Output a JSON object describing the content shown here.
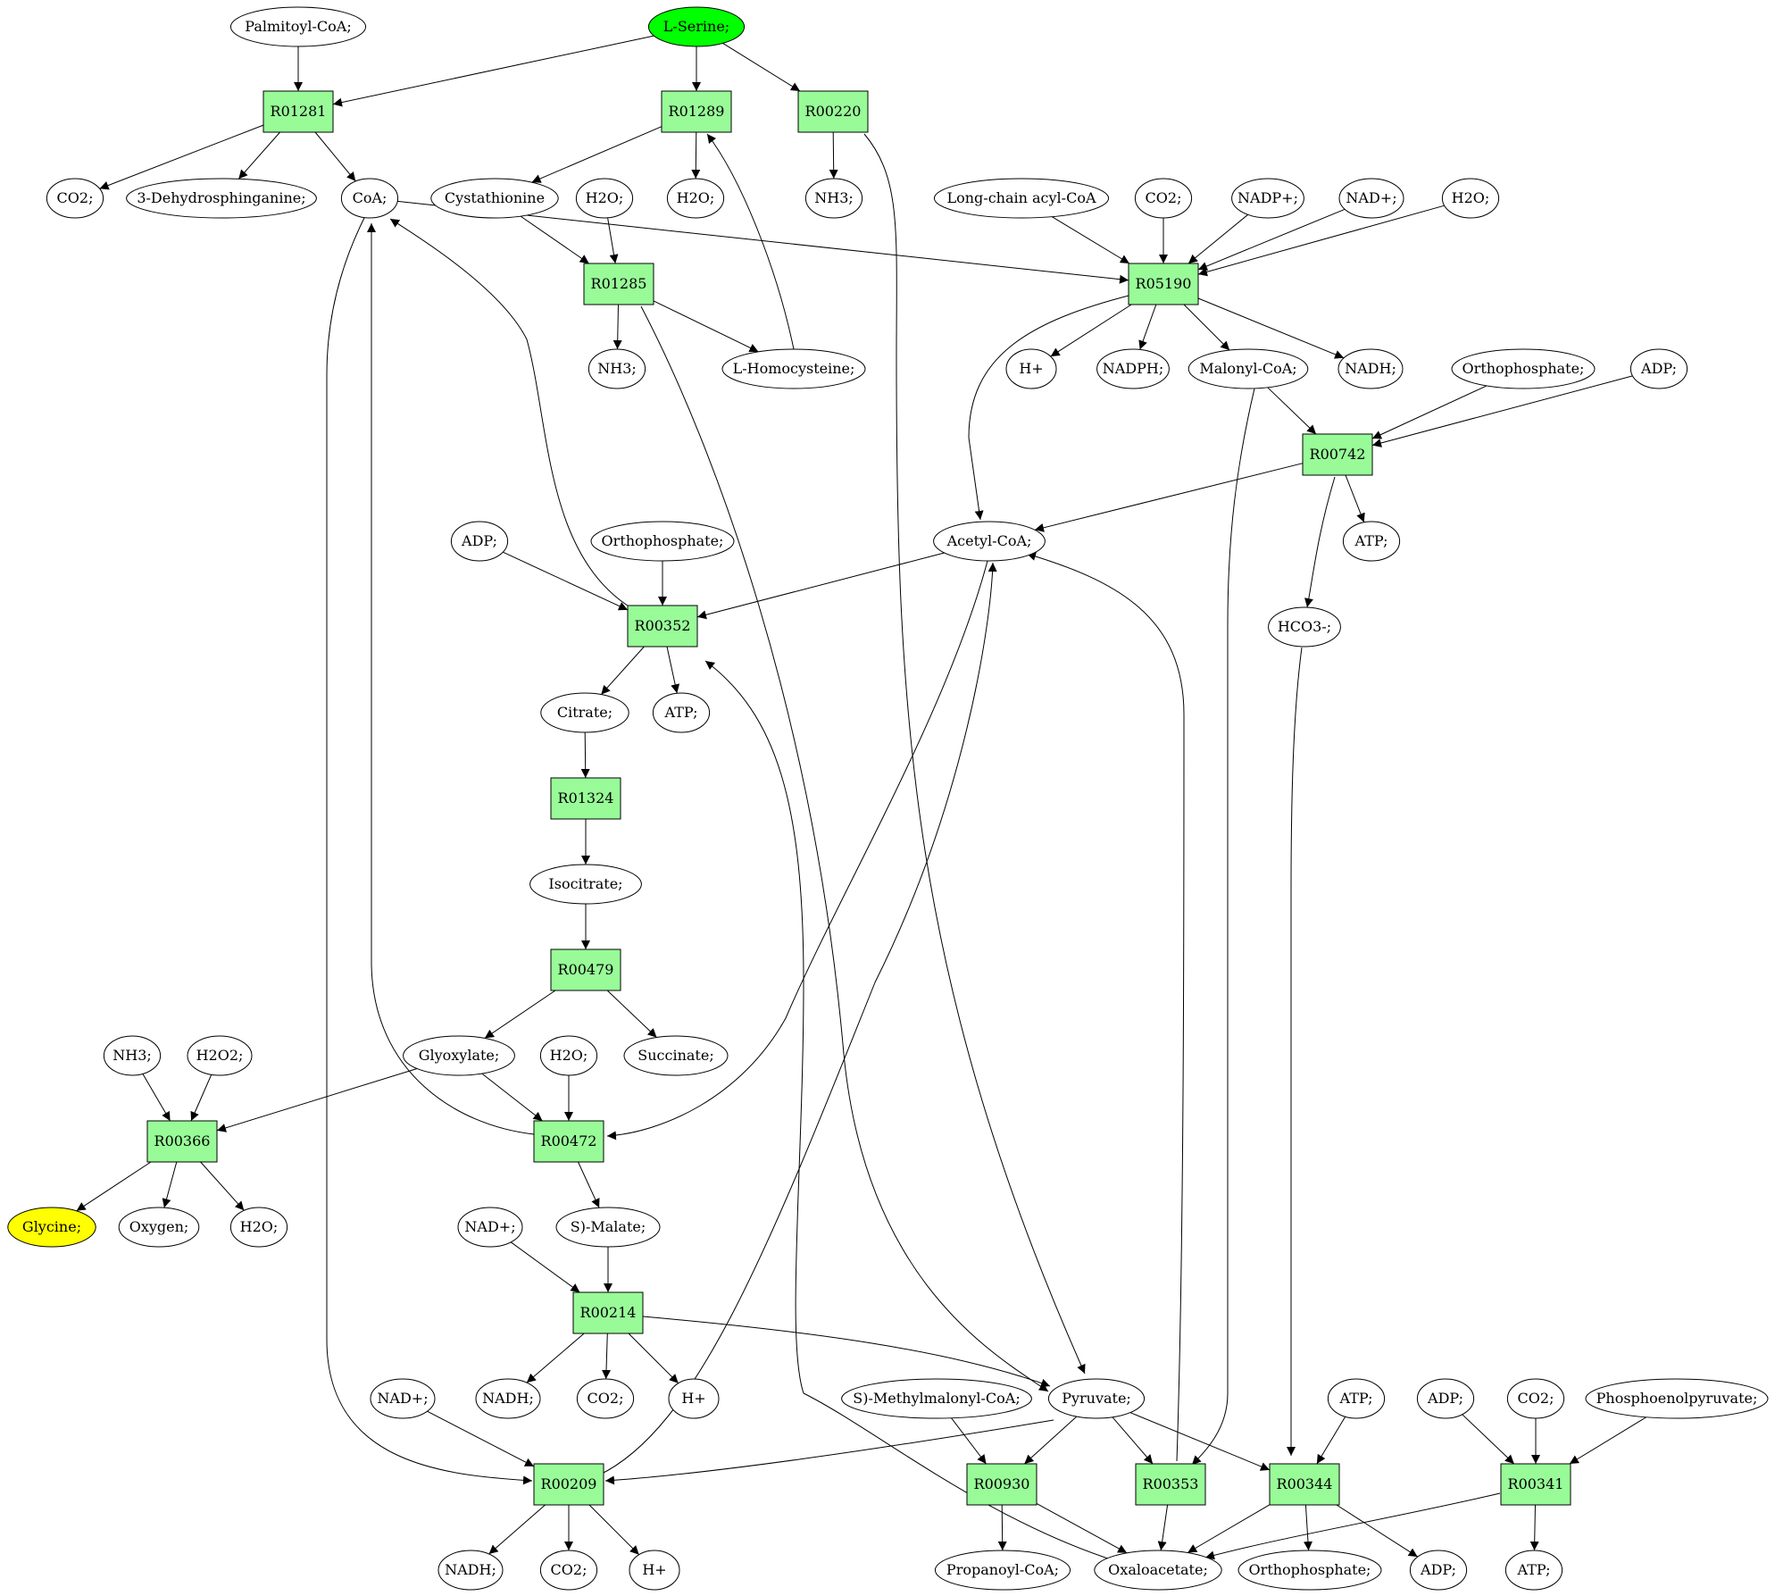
{
  "colors": {
    "reaction_fill": "#98fb98",
    "start_fill": "#00ff00",
    "target_fill": "#ffff00",
    "compound_fill": "#ffffff",
    "stroke": "#000000"
  },
  "nodes": [
    {
      "id": "c_palmitoyl",
      "kind": "compound",
      "label": "Palmitoyl-CoA;"
    },
    {
      "id": "c_serine",
      "kind": "start",
      "label": "L-Serine;"
    },
    {
      "id": "r_R01281",
      "kind": "reaction",
      "label": "R01281"
    },
    {
      "id": "r_R01289",
      "kind": "reaction",
      "label": "R01289"
    },
    {
      "id": "r_R00220",
      "kind": "reaction",
      "label": "R00220"
    },
    {
      "id": "c_co2_a",
      "kind": "compound",
      "label": "CO2;"
    },
    {
      "id": "c_dehydro",
      "kind": "compound",
      "label": "3-Dehydrosphinganine;"
    },
    {
      "id": "c_coa",
      "kind": "compound",
      "label": "CoA;"
    },
    {
      "id": "c_cystathionine",
      "kind": "compound",
      "label": "Cystathionine"
    },
    {
      "id": "c_h2o_a",
      "kind": "compound",
      "label": "H2O;"
    },
    {
      "id": "c_h2o_b",
      "kind": "compound",
      "label": "H2O;"
    },
    {
      "id": "c_nh3_a",
      "kind": "compound",
      "label": "NH3;"
    },
    {
      "id": "c_longchain",
      "kind": "compound",
      "label": "Long-chain acyl-CoA"
    },
    {
      "id": "c_co2_b",
      "kind": "compound",
      "label": "CO2;"
    },
    {
      "id": "c_nadp",
      "kind": "compound",
      "label": "NADP+;"
    },
    {
      "id": "c_nad_a",
      "kind": "compound",
      "label": "NAD+;"
    },
    {
      "id": "c_h2o_c",
      "kind": "compound",
      "label": "H2O;"
    },
    {
      "id": "r_R01285",
      "kind": "reaction",
      "label": "R01285"
    },
    {
      "id": "r_R05190",
      "kind": "reaction",
      "label": "R05190"
    },
    {
      "id": "c_nh3_b",
      "kind": "compound",
      "label": "NH3;"
    },
    {
      "id": "c_homocys",
      "kind": "compound",
      "label": "L-Homocysteine;"
    },
    {
      "id": "c_hplus_a",
      "kind": "compound",
      "label": "H+"
    },
    {
      "id": "c_nadph",
      "kind": "compound",
      "label": "NADPH;"
    },
    {
      "id": "c_malonyl",
      "kind": "compound",
      "label": "Malonyl-CoA;"
    },
    {
      "id": "c_nadh_a",
      "kind": "compound",
      "label": "NADH;"
    },
    {
      "id": "c_orthop_a",
      "kind": "compound",
      "label": "Orthophosphate;"
    },
    {
      "id": "c_adp_a",
      "kind": "compound",
      "label": "ADP;"
    },
    {
      "id": "r_R00742",
      "kind": "reaction",
      "label": "R00742"
    },
    {
      "id": "c_adp_b",
      "kind": "compound",
      "label": "ADP;"
    },
    {
      "id": "c_orthop_b",
      "kind": "compound",
      "label": "Orthophosphate;"
    },
    {
      "id": "c_acetyl",
      "kind": "compound",
      "label": "Acetyl-CoA;"
    },
    {
      "id": "c_atp_a",
      "kind": "compound",
      "label": "ATP;"
    },
    {
      "id": "r_R00352",
      "kind": "reaction",
      "label": "R00352"
    },
    {
      "id": "c_hco3",
      "kind": "compound",
      "label": "HCO3-;"
    },
    {
      "id": "c_citrate",
      "kind": "compound",
      "label": "Citrate;"
    },
    {
      "id": "c_atp_b",
      "kind": "compound",
      "label": "ATP;"
    },
    {
      "id": "r_R01324",
      "kind": "reaction",
      "label": "R01324"
    },
    {
      "id": "c_isocitrate",
      "kind": "compound",
      "label": "Isocitrate;"
    },
    {
      "id": "r_R00479",
      "kind": "reaction",
      "label": "R00479"
    },
    {
      "id": "c_nh3_c",
      "kind": "compound",
      "label": "NH3;"
    },
    {
      "id": "c_h2o2",
      "kind": "compound",
      "label": "H2O2;"
    },
    {
      "id": "c_glyoxylate",
      "kind": "compound",
      "label": "Glyoxylate;"
    },
    {
      "id": "c_h2o_d",
      "kind": "compound",
      "label": "H2O;"
    },
    {
      "id": "c_succinate",
      "kind": "compound",
      "label": "Succinate;"
    },
    {
      "id": "r_R00366",
      "kind": "reaction",
      "label": "R00366"
    },
    {
      "id": "r_R00472",
      "kind": "reaction",
      "label": "R00472"
    },
    {
      "id": "c_glycine",
      "kind": "target",
      "label": "Glycine;"
    },
    {
      "id": "c_oxygen",
      "kind": "compound",
      "label": "Oxygen;"
    },
    {
      "id": "c_h2o_e",
      "kind": "compound",
      "label": "H2O;"
    },
    {
      "id": "c_nad_b",
      "kind": "compound",
      "label": "NAD+;"
    },
    {
      "id": "c_smalate",
      "kind": "compound",
      "label": "S)-Malate;"
    },
    {
      "id": "r_R00214",
      "kind": "reaction",
      "label": "R00214"
    },
    {
      "id": "c_nadh_b",
      "kind": "compound",
      "label": "NADH;"
    },
    {
      "id": "c_co2_c",
      "kind": "compound",
      "label": "CO2;"
    },
    {
      "id": "c_hplus_b",
      "kind": "compound",
      "label": "H+"
    },
    {
      "id": "c_nad_c",
      "kind": "compound",
      "label": "NAD+;"
    },
    {
      "id": "c_methylmalonyl",
      "kind": "compound",
      "label": "S)-Methylmalonyl-CoA;"
    },
    {
      "id": "c_pyruvate",
      "kind": "compound",
      "label": "Pyruvate;"
    },
    {
      "id": "c_atp_c",
      "kind": "compound",
      "label": "ATP;"
    },
    {
      "id": "c_adp_c",
      "kind": "compound",
      "label": "ADP;"
    },
    {
      "id": "c_co2_d",
      "kind": "compound",
      "label": "CO2;"
    },
    {
      "id": "c_pep",
      "kind": "compound",
      "label": "Phosphoenolpyruvate;"
    },
    {
      "id": "r_R00209",
      "kind": "reaction",
      "label": "R00209"
    },
    {
      "id": "r_R00930",
      "kind": "reaction",
      "label": "R00930"
    },
    {
      "id": "r_R00353",
      "kind": "reaction",
      "label": "R00353"
    },
    {
      "id": "r_R00344",
      "kind": "reaction",
      "label": "R00344"
    },
    {
      "id": "r_R00341",
      "kind": "reaction",
      "label": "R00341"
    },
    {
      "id": "c_nadh_c",
      "kind": "compound",
      "label": "NADH;"
    },
    {
      "id": "c_co2_e",
      "kind": "compound",
      "label": "CO2;"
    },
    {
      "id": "c_hplus_c",
      "kind": "compound",
      "label": "H+"
    },
    {
      "id": "c_propanoyl",
      "kind": "compound",
      "label": "Propanoyl-CoA;"
    },
    {
      "id": "c_oxaloacetate",
      "kind": "compound",
      "label": "Oxaloacetate;"
    },
    {
      "id": "c_orthop_c",
      "kind": "compound",
      "label": "Orthophosphate;"
    },
    {
      "id": "c_adp_d",
      "kind": "compound",
      "label": "ADP;"
    },
    {
      "id": "c_atp_d",
      "kind": "compound",
      "label": "ATP;"
    }
  ],
  "edges": [
    [
      "c_palmitoyl",
      "r_R01281"
    ],
    [
      "c_serine",
      "r_R01281"
    ],
    [
      "c_serine",
      "r_R01289"
    ],
    [
      "c_serine",
      "r_R00220"
    ],
    [
      "r_R01281",
      "c_co2_a"
    ],
    [
      "r_R01281",
      "c_dehydro"
    ],
    [
      "r_R01281",
      "c_coa"
    ],
    [
      "r_R01289",
      "c_cystathionine"
    ],
    [
      "r_R01289",
      "c_h2o_b"
    ],
    [
      "c_homocys",
      "r_R01289"
    ],
    [
      "r_R00220",
      "c_nh3_a"
    ],
    [
      "r_R00220",
      "c_pyruvate"
    ],
    [
      "c_cystathionine",
      "r_R01285"
    ],
    [
      "c_h2o_a",
      "r_R01285"
    ],
    [
      "r_R01285",
      "c_nh3_b"
    ],
    [
      "r_R01285",
      "c_homocys"
    ],
    [
      "r_R01285",
      "c_pyruvate"
    ],
    [
      "c_coa",
      "r_R05190"
    ],
    [
      "c_longchain",
      "r_R05190"
    ],
    [
      "c_co2_b",
      "r_R05190"
    ],
    [
      "c_nadp",
      "r_R05190"
    ],
    [
      "c_nad_a",
      "r_R05190"
    ],
    [
      "c_h2o_c",
      "r_R05190"
    ],
    [
      "r_R05190",
      "c_hplus_a"
    ],
    [
      "r_R05190",
      "c_nadph"
    ],
    [
      "r_R05190",
      "c_malonyl"
    ],
    [
      "r_R05190",
      "c_nadh_a"
    ],
    [
      "r_R05190",
      "c_acetyl"
    ],
    [
      "c_malonyl",
      "r_R00742"
    ],
    [
      "c_orthop_a",
      "r_R00742"
    ],
    [
      "c_adp_a",
      "r_R00742"
    ],
    [
      "r_R00742",
      "c_acetyl"
    ],
    [
      "r_R00742",
      "c_atp_a"
    ],
    [
      "r_R00742",
      "c_hco3"
    ],
    [
      "c_adp_b",
      "r_R00352"
    ],
    [
      "c_orthop_b",
      "r_R00352"
    ],
    [
      "c_acetyl",
      "r_R00352"
    ],
    [
      "r_R00352",
      "c_coa"
    ],
    [
      "r_R00352",
      "c_citrate"
    ],
    [
      "r_R00352",
      "c_atp_b"
    ],
    [
      "c_citrate",
      "r_R01324"
    ],
    [
      "r_R01324",
      "c_isocitrate"
    ],
    [
      "c_isocitrate",
      "r_R00479"
    ],
    [
      "r_R00479",
      "c_glyoxylate"
    ],
    [
      "r_R00479",
      "c_succinate"
    ],
    [
      "c_nh3_c",
      "r_R00366"
    ],
    [
      "c_h2o2",
      "r_R00366"
    ],
    [
      "c_glyoxylate",
      "r_R00366"
    ],
    [
      "r_R00366",
      "c_glycine"
    ],
    [
      "r_R00366",
      "c_oxygen"
    ],
    [
      "r_R00366",
      "c_h2o_e"
    ],
    [
      "c_glyoxylate",
      "r_R00472"
    ],
    [
      "c_h2o_d",
      "r_R00472"
    ],
    [
      "c_acetyl",
      "r_R00472"
    ],
    [
      "r_R00472",
      "c_coa"
    ],
    [
      "r_R00472",
      "c_smalate"
    ],
    [
      "c_nad_b",
      "r_R00214"
    ],
    [
      "c_smalate",
      "r_R00214"
    ],
    [
      "r_R00214",
      "c_nadh_b"
    ],
    [
      "r_R00214",
      "c_co2_c"
    ],
    [
      "r_R00214",
      "c_hplus_b"
    ],
    [
      "r_R00214",
      "c_pyruvate"
    ],
    [
      "c_nad_c",
      "r_R00209"
    ],
    [
      "c_pyruvate",
      "r_R00209"
    ],
    [
      "c_coa",
      "r_R00209"
    ],
    [
      "r_R00209",
      "c_nadh_c"
    ],
    [
      "r_R00209",
      "c_co2_e"
    ],
    [
      "r_R00209",
      "c_hplus_c"
    ],
    [
      "r_R00209",
      "c_acetyl"
    ],
    [
      "c_methylmalonyl",
      "r_R00930"
    ],
    [
      "c_pyruvate",
      "r_R00930"
    ],
    [
      "r_R00930",
      "c_propanoyl"
    ],
    [
      "r_R00930",
      "c_oxaloacetate"
    ],
    [
      "c_pyruvate",
      "r_R00353"
    ],
    [
      "c_malonyl",
      "r_R00353"
    ],
    [
      "r_R00353",
      "c_oxaloacetate"
    ],
    [
      "r_R00353",
      "c_acetyl"
    ],
    [
      "c_pyruvate",
      "r_R00344"
    ],
    [
      "c_atp_c",
      "r_R00344"
    ],
    [
      "c_hco3",
      "r_R00344"
    ],
    [
      "r_R00344",
      "c_oxaloacetate"
    ],
    [
      "r_R00344",
      "c_orthop_c"
    ],
    [
      "r_R00344",
      "c_adp_d"
    ],
    [
      "c_adp_c",
      "r_R00341"
    ],
    [
      "c_co2_d",
      "r_R00341"
    ],
    [
      "c_pep",
      "r_R00341"
    ],
    [
      "r_R00341",
      "c_atp_d"
    ],
    [
      "r_R00341",
      "c_oxaloacetate"
    ],
    [
      "c_oxaloacetate",
      "r_R00352"
    ]
  ]
}
